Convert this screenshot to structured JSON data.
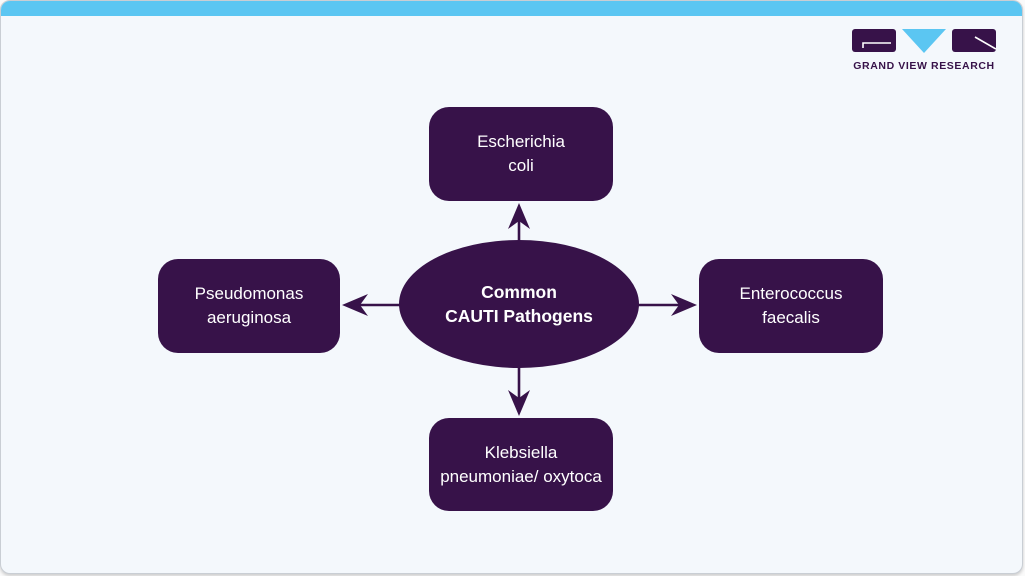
{
  "brand": {
    "name": "GRAND VIEW RESEARCH"
  },
  "diagram": {
    "center": {
      "line1": "Common",
      "line2": "CAUTI Pathogens"
    },
    "top": {
      "line1": "Escherichia",
      "line2": "coli"
    },
    "left": {
      "line1": "Pseudomonas",
      "line2": "aeruginosa"
    },
    "right": {
      "line1": "Enterococcus",
      "line2": "faecalis"
    },
    "bottom": {
      "line1": "Klebsiella",
      "line2": "pneumoniae/ oxytoca"
    }
  },
  "colors": {
    "brand_purple": "#371249",
    "sky_blue": "#5bc6f2",
    "card_background": "#f4f8fc",
    "node_text": "#ffffff"
  }
}
